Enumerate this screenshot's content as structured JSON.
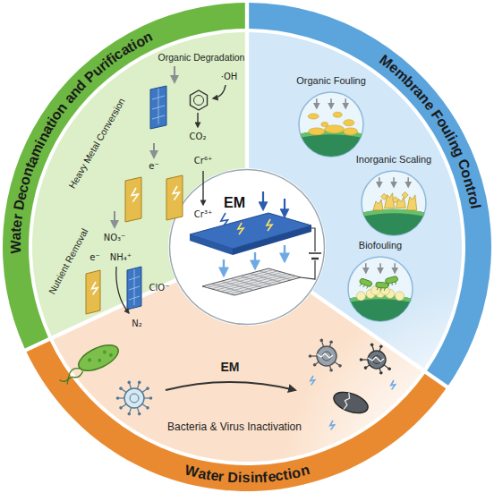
{
  "diagram": {
    "nodes": [
      {
        "text": [
          "Water Decontamination and Purification"
        ]
      },
      {
        "text": [
          "Membrane Fouling Control"
        ]
      },
      {
        "text": [
          "Water Disinfection"
        ]
      },
      {
        "text": [
          "Organic Fouling"
        ],
        "in": 1
      },
      {
        "text": [
          "Inorganic Scaling"
        ],
        "in": 1
      },
      {
        "text": [
          "Biofouling"
        ],
        "in": 1
      },
      {
        "text": [
          "EM"
        ]
      }
    ],
    "labels": [
      "Organic Degradation",
      "Heavy Metal Conversion",
      "Nutrient Removal",
      "·OH",
      "CO₂",
      "e⁻",
      "Cr⁶⁺",
      "Cr³⁺",
      "NO₃⁻",
      "e⁻",
      "NH₄⁺",
      "ClO⁻",
      "N₂",
      "EM",
      "Bacteria & Virus Inactivation"
    ]
  }
}
